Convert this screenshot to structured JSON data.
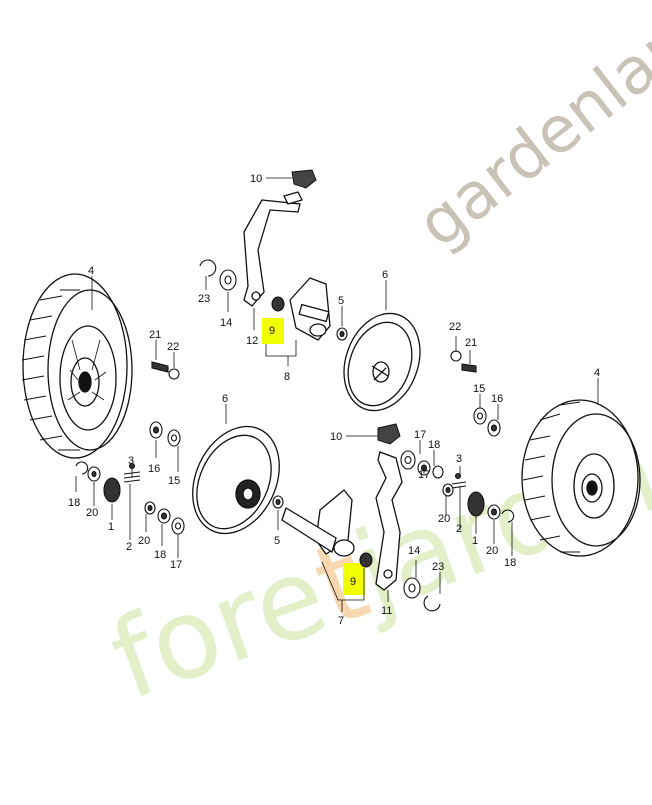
{
  "watermark": {
    "top_text": "gardenlandlin.com",
    "bottom_text_a": "fore",
    "bottom_text_b": "t",
    "bottom_text_c": "jardin"
  },
  "highlight_color": "#f2ff00",
  "part_labels": {
    "n1_left": "1",
    "n1_right": "1",
    "n2_left": "2",
    "n2_right": "2",
    "n3_left": "3",
    "n3_right": "3",
    "n4_left": "4",
    "n4_right": "4",
    "n5_top": "5",
    "n5_bottom": "5",
    "n6_top": "6",
    "n6_bottom": "6",
    "n7": "7",
    "n8": "8",
    "n9_top": "9",
    "n9_bottom": "9",
    "n10_top": "10",
    "n10_bottom": "10",
    "n11": "11",
    "n12": "12",
    "n14_top": "14",
    "n14_bottom": "14",
    "n15_left": "15",
    "n15_right": "15",
    "n16_left": "16",
    "n16_right": "16",
    "n17_left": "17",
    "n17_mid": "17",
    "n18_a": "18",
    "n18_b": "18",
    "n18_c": "18",
    "n18_d": "18",
    "n20_a": "20",
    "n20_b": "20",
    "n20_c": "20",
    "n20_d": "20",
    "n21_left": "21",
    "n21_right": "21",
    "n22_left": "22",
    "n22_right": "22",
    "n23_top": "23",
    "n23_bottom": "23"
  }
}
